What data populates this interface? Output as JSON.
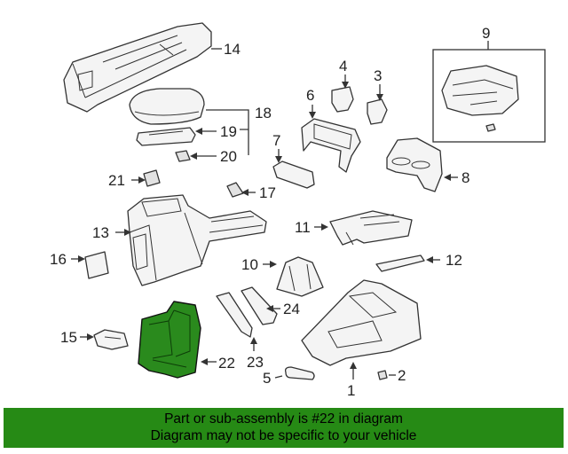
{
  "diagram": {
    "callouts": {
      "c1": "1",
      "c2": "2",
      "c3": "3",
      "c4": "4",
      "c5": "5",
      "c6": "6",
      "c7": "7",
      "c8": "8",
      "c9": "9",
      "c10": "10",
      "c11": "11",
      "c12": "12",
      "c13": "13",
      "c14": "14",
      "c15": "15",
      "c16": "16",
      "c17": "17",
      "c18": "18",
      "c19": "19",
      "c20": "20",
      "c21": "21",
      "c22": "22",
      "c23": "23",
      "c24": "24"
    },
    "highlighted_part": "22",
    "highlight_color": "#268a15"
  },
  "banner": {
    "line1": "Part or sub-assembly is #22 in diagram",
    "line2": "Diagram may not be specific to your vehicle",
    "background": "#268a15"
  }
}
